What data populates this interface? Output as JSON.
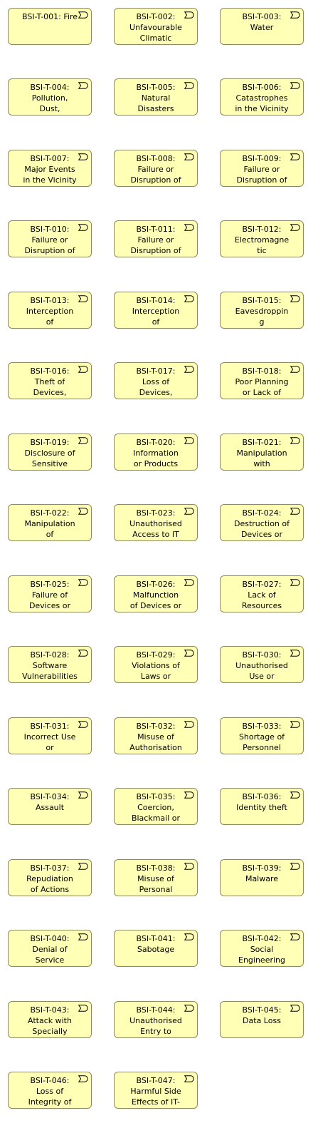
{
  "diagram": {
    "element_type_icon": "business-event-icon",
    "colors": {
      "fill": "#ffffb5",
      "border": "#8a8a5a",
      "text": "#000000"
    },
    "elements": [
      {
        "id": "BSI-T-001",
        "label": "BSI-T-001: Fire"
      },
      {
        "id": "BSI-T-002",
        "label": "BSI-T-002:\nUnfavourable\nClimatic"
      },
      {
        "id": "BSI-T-003",
        "label": "BSI-T-003:\nWater"
      },
      {
        "id": "BSI-T-004",
        "label": "BSI-T-004:\nPollution,\nDust,"
      },
      {
        "id": "BSI-T-005",
        "label": "BSI-T-005:\nNatural\nDisasters"
      },
      {
        "id": "BSI-T-006",
        "label": "BSI-T-006:\nCatastrophes\nin the Vicinity"
      },
      {
        "id": "BSI-T-007",
        "label": "BSI-T-007:\nMajor Events\nin the Vicinity"
      },
      {
        "id": "BSI-T-008",
        "label": "BSI-T-008:\nFailure or\nDisruption of"
      },
      {
        "id": "BSI-T-009",
        "label": "BSI-T-009:\nFailure or\nDisruption of"
      },
      {
        "id": "BSI-T-010",
        "label": "BSI-T-010:\nFailure or\nDisruption of"
      },
      {
        "id": "BSI-T-011",
        "label": "BSI-T-011:\nFailure or\nDisruption of"
      },
      {
        "id": "BSI-T-012",
        "label": "BSI-T-012:\nElectromagne\ntic"
      },
      {
        "id": "BSI-T-013",
        "label": "BSI-T-013:\nInterception\nof"
      },
      {
        "id": "BSI-T-014",
        "label": "BSI-T-014:\nInterception\nof"
      },
      {
        "id": "BSI-T-015",
        "label": "BSI-T-015:\nEavesdroppin\ng"
      },
      {
        "id": "BSI-T-016",
        "label": "BSI-T-016:\nTheft of\nDevices,"
      },
      {
        "id": "BSI-T-017",
        "label": "BSI-T-017:\nLoss of\nDevices,"
      },
      {
        "id": "BSI-T-018",
        "label": "BSI-T-018:\nPoor Planning\nor Lack of"
      },
      {
        "id": "BSI-T-019",
        "label": "BSI-T-019:\nDisclosure of\nSensitive"
      },
      {
        "id": "BSI-T-020",
        "label": "BSI-T-020:\nInformation\nor Products"
      },
      {
        "id": "BSI-T-021",
        "label": "BSI-T-021:\nManipulation\nwith"
      },
      {
        "id": "BSI-T-022",
        "label": "BSI-T-022:\nManipulation\nof"
      },
      {
        "id": "BSI-T-023",
        "label": "BSI-T-023:\nUnauthorised\nAccess to IT"
      },
      {
        "id": "BSI-T-024",
        "label": "BSI-T-024:\nDestruction of\nDevices or"
      },
      {
        "id": "BSI-T-025",
        "label": "BSI-T-025:\nFailure of\nDevices or"
      },
      {
        "id": "BSI-T-026",
        "label": "BSI-T-026:\nMalfunction\nof Devices or"
      },
      {
        "id": "BSI-T-027",
        "label": "BSI-T-027:\nLack of\nResources"
      },
      {
        "id": "BSI-T-028",
        "label": "BSI-T-028:\nSoftware\nVulnerabilities"
      },
      {
        "id": "BSI-T-029",
        "label": "BSI-T-029:\nViolations of\nLaws or"
      },
      {
        "id": "BSI-T-030",
        "label": "BSI-T-030:\nUnauthorised\nUse or"
      },
      {
        "id": "BSI-T-031",
        "label": "BSI-T-031:\nIncorrect Use\nor"
      },
      {
        "id": "BSI-T-032",
        "label": "BSI-T-032:\nMisuse of\nAuthorisation"
      },
      {
        "id": "BSI-T-033",
        "label": "BSI-T-033:\nShortage of\nPersonnel"
      },
      {
        "id": "BSI-T-034",
        "label": "BSI-T-034:\nAssault"
      },
      {
        "id": "BSI-T-035",
        "label": "BSI-T-035:\nCoercion,\nBlackmail or"
      },
      {
        "id": "BSI-T-036",
        "label": "BSI-T-036:\nIdentity theft"
      },
      {
        "id": "BSI-T-037",
        "label": "BSI-T-037:\nRepudiation\nof Actions"
      },
      {
        "id": "BSI-T-038",
        "label": "BSI-T-038:\nMisuse of\nPersonal"
      },
      {
        "id": "BSI-T-039",
        "label": "BSI-T-039:\nMalware"
      },
      {
        "id": "BSI-T-040",
        "label": "BSI-T-040:\nDenial of\nService"
      },
      {
        "id": "BSI-T-041",
        "label": "BSI-T-041:\nSabotage"
      },
      {
        "id": "BSI-T-042",
        "label": "BSI-T-042:\nSocial\nEngineering"
      },
      {
        "id": "BSI-T-043",
        "label": "BSI-T-043:\nAttack with\nSpecially"
      },
      {
        "id": "BSI-T-044",
        "label": "BSI-T-044:\nUnauthorised\nEntry to"
      },
      {
        "id": "BSI-T-045",
        "label": "BSI-T-045:\nData Loss"
      },
      {
        "id": "BSI-T-046",
        "label": "BSI-T-046:\nLoss of\nIntegrity of"
      },
      {
        "id": "BSI-T-047",
        "label": "BSI-T-047:\nHarmful Side\nEffects of IT-"
      }
    ]
  }
}
